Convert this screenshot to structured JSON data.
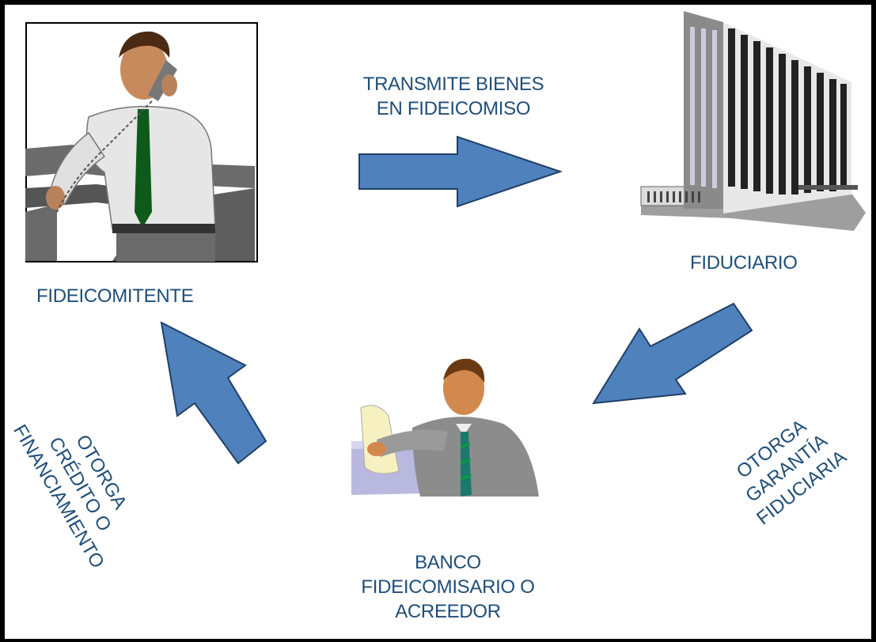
{
  "diagram": {
    "nodes": {
      "fideicomitente": {
        "label": "FIDEICOMITENTE"
      },
      "fiduciario": {
        "label": "FIDUCIARIO"
      },
      "banco": {
        "lines": [
          "BANCO",
          "FIDEICOMISARIO O",
          "ACREEDOR"
        ]
      }
    },
    "edges": {
      "transmite": {
        "lines": [
          "TRANSMITE BIENES",
          "EN FIDEICOMISO"
        ]
      },
      "garantia": {
        "lines": [
          "OTORGA",
          "GARANTÍA",
          "FIDUCIARIA"
        ]
      },
      "credito": {
        "lines": [
          "OTORGA",
          "CRÉDITO O",
          "FINANCIAMIENTO"
        ]
      }
    },
    "colors": {
      "text": "#1f4e79",
      "arrow_fill": "#4f81bd",
      "arrow_stroke": "#1f3f66",
      "border": "#000000"
    }
  }
}
